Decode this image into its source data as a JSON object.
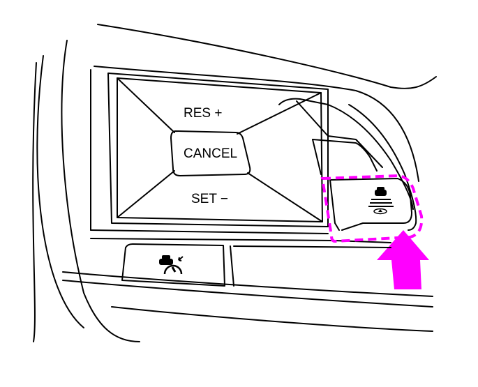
{
  "diagram": {
    "buttons": {
      "res_plus": "RES +",
      "cancel": "CANCEL",
      "set_minus": "SET −"
    },
    "icons": [
      "distance-setting-icon",
      "intelligent-cruise-control-icon"
    ],
    "highlight_color": "#ff00ff"
  }
}
